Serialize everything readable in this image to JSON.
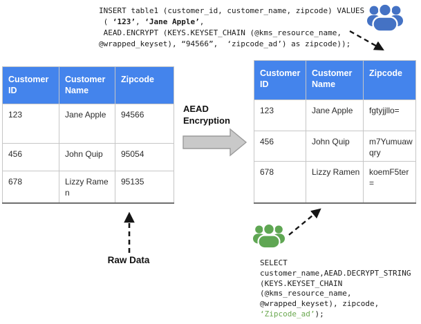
{
  "insert_query": {
    "line1": "INSERT table1 (customer_id, customer_name, zipcode) VALUES",
    "line2_open": " ( ",
    "line2_customer_id": "‘123’",
    "line2_comma": ", ",
    "line2_customer_name": "‘Jane Apple’",
    "line2_end": ",",
    "line3": " AEAD.ENCRYPT (KEYS.KEYSET_CHAIN (@kms_resource_name,",
    "line4": "@wrapped_keyset), “94566”,  ‘zipcode_ad’) as zipcode));"
  },
  "select_query": {
    "line1": "SELECT",
    "line2": "customer_name,AEAD.DECRYPT_STRING",
    "line3": "(KEYS.KEYSET_CHAIN",
    "line4": "(@kms_resource_name,",
    "line5": "@wrapped_keyset), zipcode,",
    "line6_highlight": "‘Zipcode_ad’",
    "line6_end": ");"
  },
  "labels": {
    "encryption_arrow": "AEAD Encryption",
    "raw_data": "Raw Data"
  },
  "tables": {
    "raw": {
      "headers": [
        "Customer ID",
        "Customer Name",
        "Zipcode"
      ],
      "rows": [
        [
          "123",
          "Jane Apple",
          "94566"
        ],
        [
          "456",
          "John Quip",
          "95054"
        ],
        [
          "678",
          "Lizzy Ramen",
          "95135"
        ]
      ]
    },
    "encrypted": {
      "headers": [
        "Customer ID",
        "Customer Name",
        "Zipcode"
      ],
      "rows": [
        [
          "123",
          "Jane Apple",
          "fgtyjjllo="
        ],
        [
          "456",
          "John Quip",
          "m7Yumuawqry"
        ],
        [
          "678",
          "Lizzy Ramen",
          "koemF5ter="
        ]
      ]
    }
  },
  "icons": {
    "top_right": "users-group-icon",
    "bottom_center": "users-group-icon"
  },
  "colors": {
    "table_header_blue": "#4484ec",
    "users_icon_blue": "#4472c4",
    "users_icon_green": "#5fa653",
    "code_highlight_green": "#6aa84f",
    "block_arrow_gray": "#c9c9c9"
  }
}
